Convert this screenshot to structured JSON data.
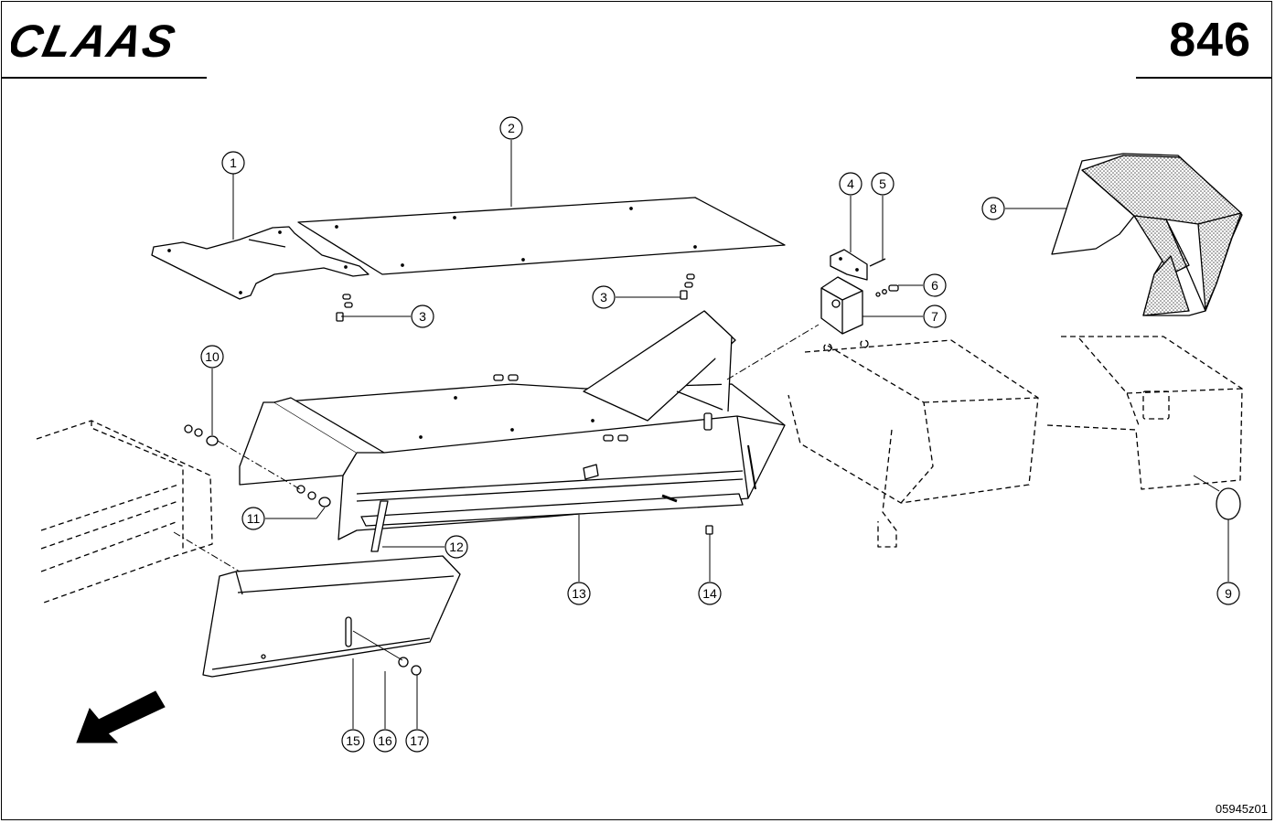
{
  "header": {
    "brand": "CLAAS",
    "page_number": "846"
  },
  "footer": {
    "drawing_code": "05945z01"
  },
  "callouts": [
    {
      "id": "1",
      "label": "1"
    },
    {
      "id": "2",
      "label": "2"
    },
    {
      "id": "3a",
      "label": "3"
    },
    {
      "id": "3b",
      "label": "3"
    },
    {
      "id": "4",
      "label": "4"
    },
    {
      "id": "5",
      "label": "5"
    },
    {
      "id": "6",
      "label": "6"
    },
    {
      "id": "7",
      "label": "7"
    },
    {
      "id": "8",
      "label": "8"
    },
    {
      "id": "9",
      "label": "9"
    },
    {
      "id": "10",
      "label": "10"
    },
    {
      "id": "11",
      "label": "11"
    },
    {
      "id": "12",
      "label": "12"
    },
    {
      "id": "13",
      "label": "13"
    },
    {
      "id": "14",
      "label": "14"
    },
    {
      "id": "15",
      "label": "15"
    },
    {
      "id": "16",
      "label": "16"
    },
    {
      "id": "17",
      "label": "17"
    }
  ],
  "colors": {
    "ink": "#000000",
    "paper": "#ffffff",
    "hatch": "#555555"
  },
  "icons": {
    "direction": "travel-direction-arrow-icon"
  }
}
